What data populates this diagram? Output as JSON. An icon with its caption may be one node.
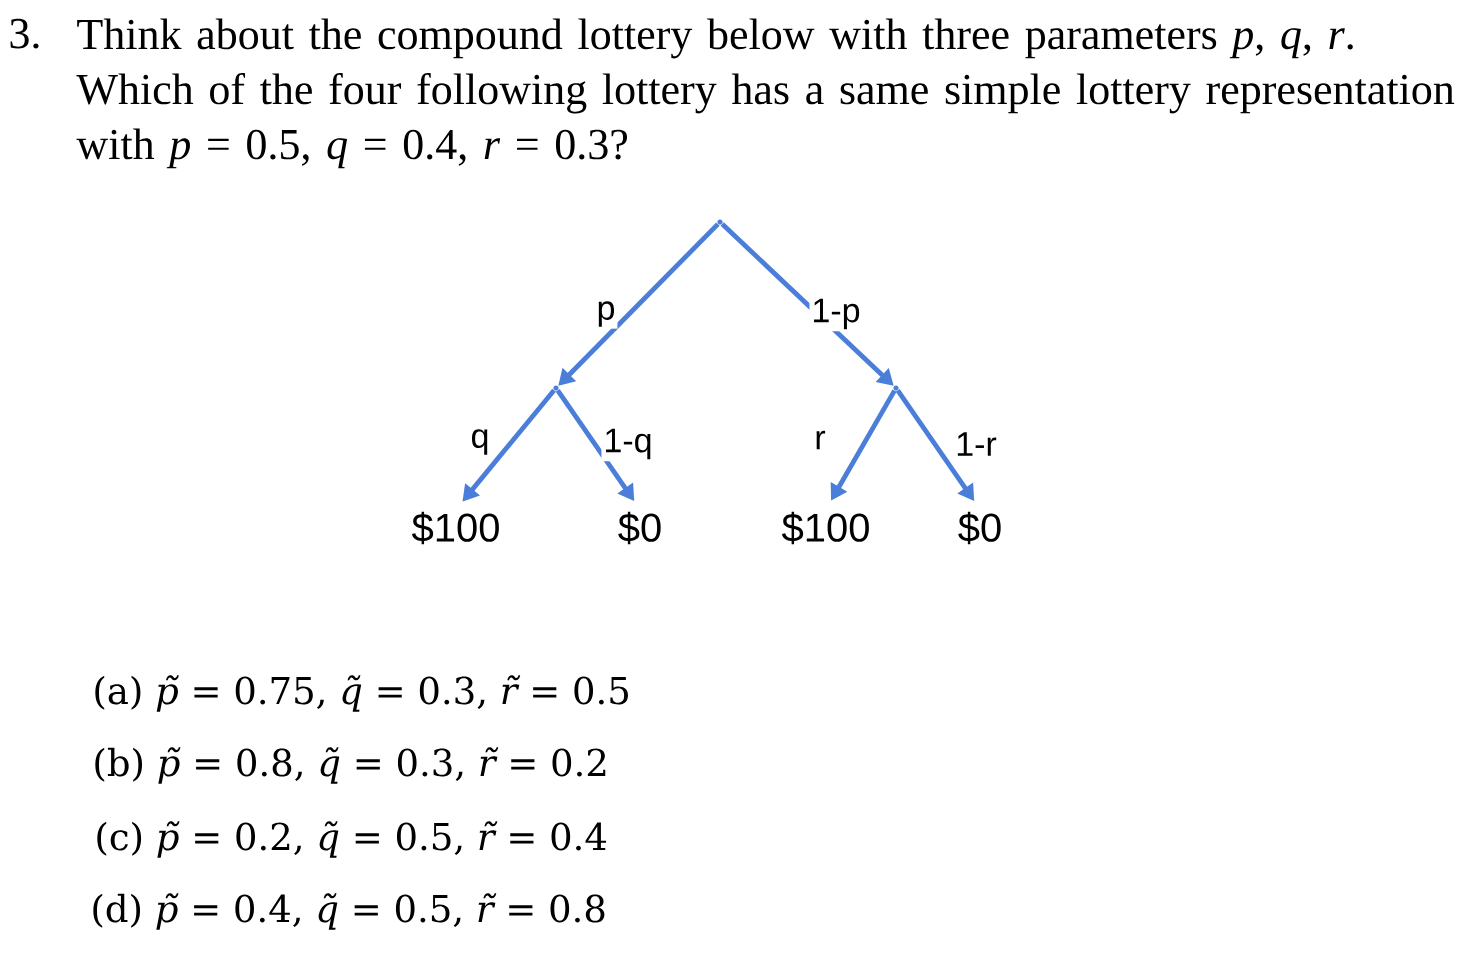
{
  "diagram": {
    "title": "Think about the compound lottery below with three parameters *p*, *q*, *r*. Which of the four following lottery has a same simple lottery representation with *p* = 0.5, *q* = 0.4, *r* = 0.3?",
    "nodes": [
      {
        "text": [],
        "shape": "point"
      },
      {
        "text": [],
        "shape": "point"
      },
      {
        "text": [],
        "shape": "point"
      },
      {
        "text": [
          "$100"
        ]
      },
      {
        "text": [
          "$0"
        ]
      },
      {
        "text": [
          "$100"
        ]
      },
      {
        "text": [
          "$0"
        ]
      }
    ],
    "edges": [
      {
        "from": 0,
        "to": 1,
        "arrow": "to",
        "label": "p"
      },
      {
        "from": 0,
        "to": 2,
        "arrow": "to",
        "label": "1-p"
      },
      {
        "from": 1,
        "to": 3,
        "arrow": "to",
        "label": "q"
      },
      {
        "from": 1,
        "to": 4,
        "arrow": "to",
        "label": "1-q"
      },
      {
        "from": 2,
        "to": 5,
        "arrow": "to",
        "label": "r"
      },
      {
        "from": 2,
        "to": 6,
        "arrow": "to",
        "label": "1-r"
      }
    ],
    "labels": [
      "3.",
      "(a) *p̃* = 0.75, *q̃* = 0.3, *r̃* = 0.5",
      "(b) *p̃* = 0.8, *q̃* = 0.3, *r̃* = 0.2",
      "(c) *p̃* = 0.2, *q̃* = 0.5, *r̃* = 0.4",
      "(d) *p̃* = 0.4, *q̃* = 0.5, *r̃* = 0.8"
    ]
  }
}
